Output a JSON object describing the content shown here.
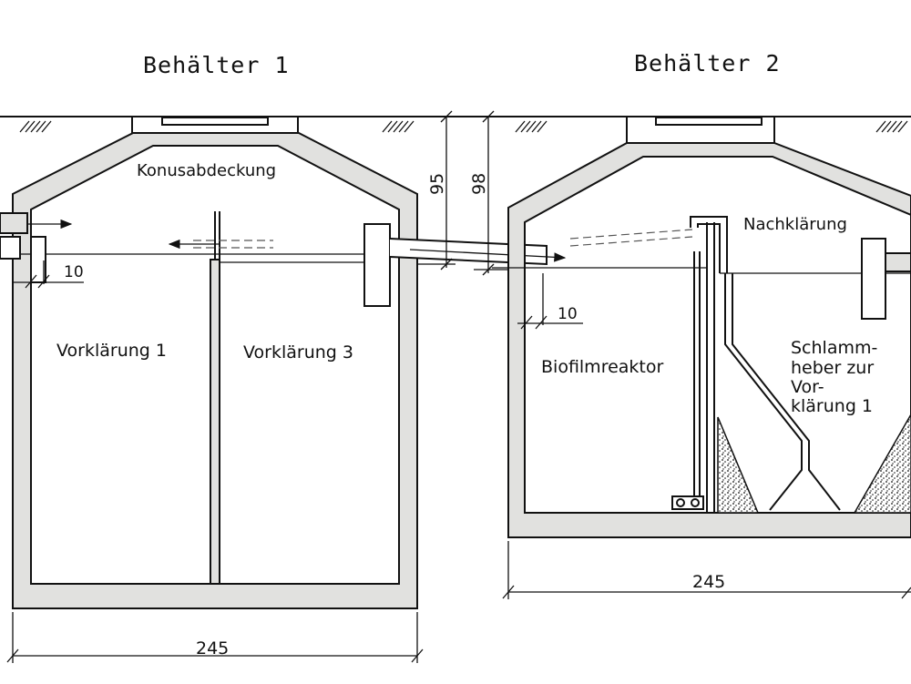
{
  "tanks": [
    {
      "title": "Behälter 1"
    },
    {
      "title": "Behälter 2"
    }
  ],
  "labels": {
    "cone_cover": "Konusabdeckung",
    "chamber_1": "Vorklärung 1",
    "chamber_3": "Vorklärung 3",
    "secondary": "Nachklärung",
    "biofilm": "Biofilmreaktor",
    "sludge_lift": [
      "Schlamm-",
      "heber zur",
      "Vor-",
      "klärung 1"
    ]
  },
  "dimensions": {
    "width_tank1": "245",
    "width_tank2": "245",
    "height_95": "95",
    "height_98": "98",
    "offset_1": "10",
    "offset_2": "10"
  }
}
